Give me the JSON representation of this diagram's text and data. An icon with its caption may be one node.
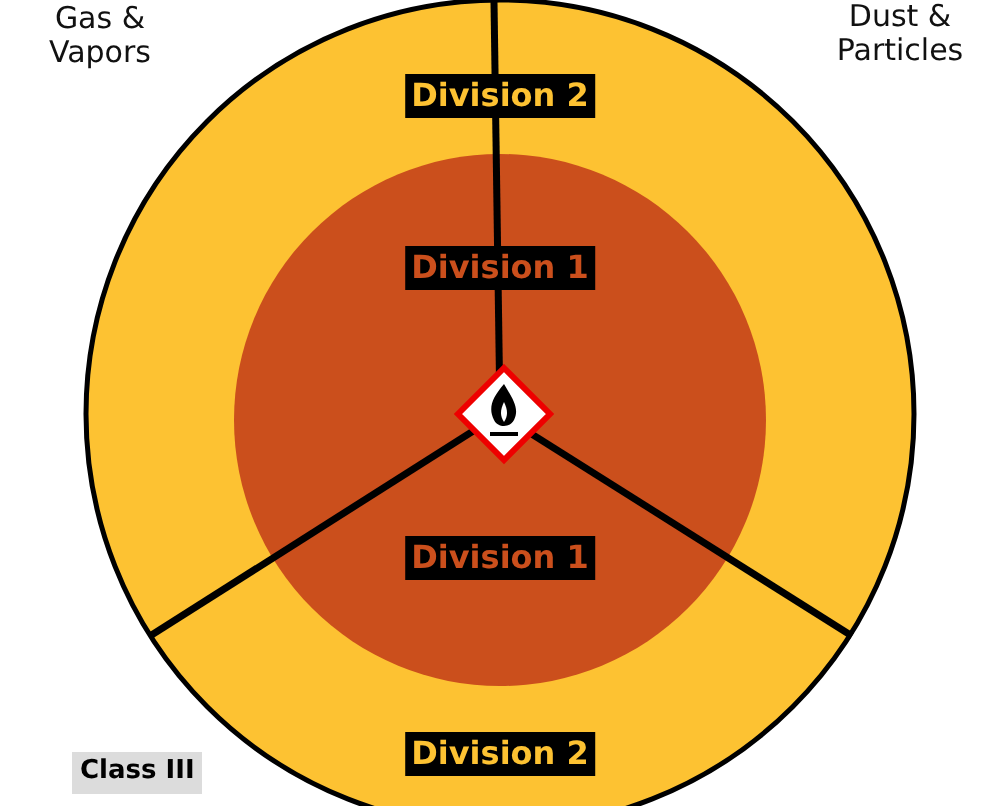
{
  "diagram": {
    "labels": [
      "Gas & Vapors",
      "Dust & Particles",
      "Division 2",
      "Division 1",
      "Division 1",
      "Division 2",
      "Class III"
    ]
  }
}
